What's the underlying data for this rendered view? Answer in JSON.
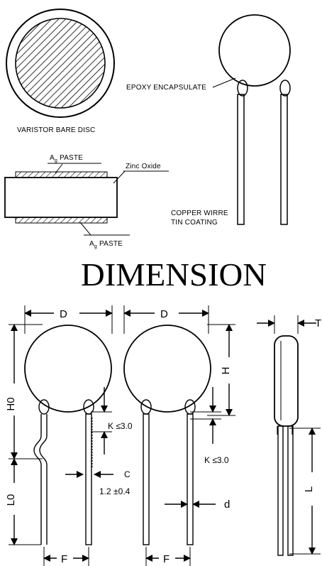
{
  "top": {
    "bare_disc_label": "VARISTOR BARE DISC",
    "epoxy_label": "EPOXY ENCAPSULATE",
    "ag_paste_top_main": "A",
    "ag_paste_top_sub": "g",
    "ag_paste_top_rest": " PASTE",
    "zinc_oxide_label": "Zinc Oxide",
    "ag_paste_bottom_main": "A",
    "ag_paste_bottom_sub": "g",
    "ag_paste_bottom_rest": " PASTE",
    "copper_wire_line1": "COPPER WIRRE",
    "copper_wire_line2": "TIN COATING"
  },
  "title": "DIMENSION",
  "dimensions": {
    "d_left": "D",
    "d_mid": "D",
    "t_label": "T",
    "h0_label": "H0",
    "h_label": "H",
    "k_left": "K ≤3.0",
    "k_mid": "K ≤3.0",
    "c_label": "C",
    "c_value": "1.2 ±0.4",
    "l0_label": "L0",
    "l_label": "L",
    "d_lead": "d",
    "f_left": "F",
    "f_mid": "F"
  }
}
